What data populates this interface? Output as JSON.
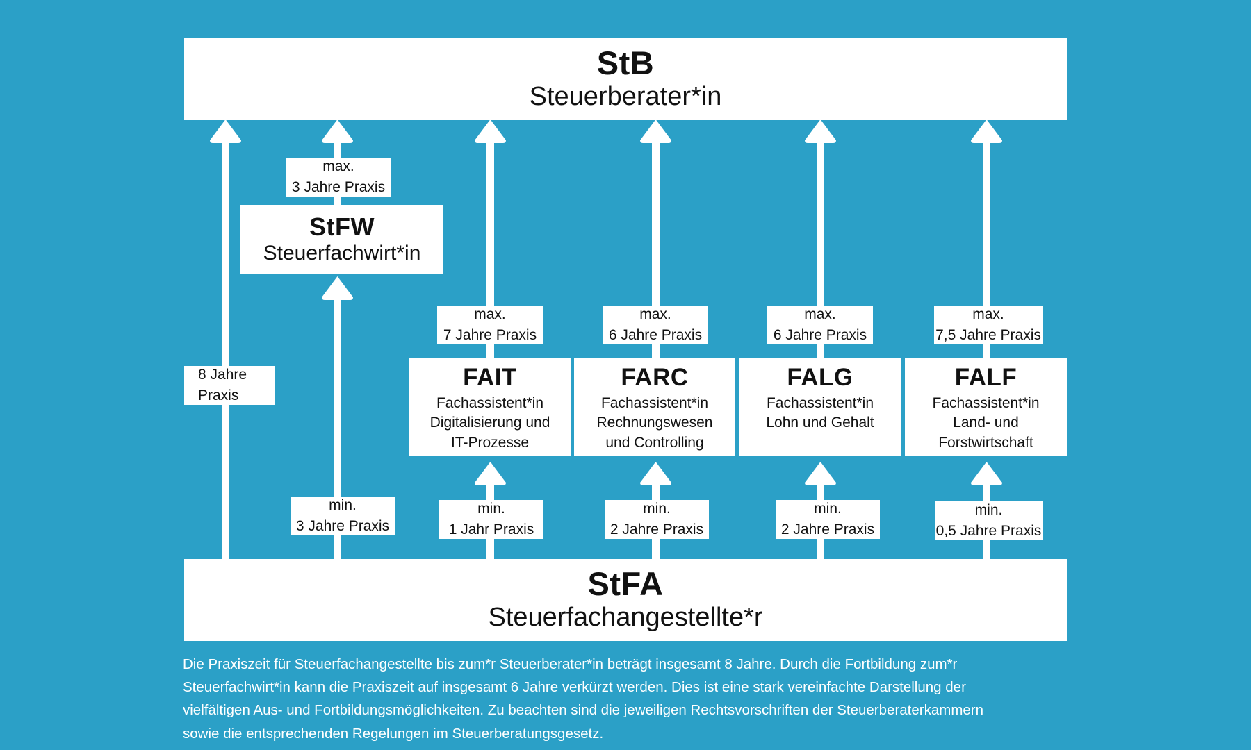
{
  "theme": {
    "background": "#2ba0c7",
    "box_fill": "#ffffff",
    "text_dark": "#111111",
    "text_light": "#ffffff"
  },
  "diagram": {
    "type": "career-path-flowchart",
    "direction": "bottom-to-top",
    "top_node": {
      "abbr": "StB",
      "name": "Steuerberater*in"
    },
    "bottom_node": {
      "abbr": "StFA",
      "name": "Steuerfachangestellte*r"
    },
    "intermediate_node": {
      "abbr": "StFW",
      "name": "Steuerfachwirt*in"
    },
    "specialist_nodes": [
      {
        "abbr": "FAIT",
        "line1": "Fachassistent*in",
        "line2": "Digitalisierung und",
        "line3": "IT-Prozesse"
      },
      {
        "abbr": "FARC",
        "line1": "Fachassistent*in",
        "line2": "Rechnungswesen",
        "line3": "und Controlling"
      },
      {
        "abbr": "FALG",
        "line1": "Fachassistent*in",
        "line2": "Lohn und Gehalt",
        "line3": ""
      },
      {
        "abbr": "FALF",
        "line1": "Fachassistent*in",
        "line2": "Land- und",
        "line3": "Forstwirtschaft"
      }
    ],
    "direct_path_label": {
      "line1": "8 Jahre",
      "line2": "Praxis"
    },
    "upper_labels": [
      {
        "line1": "max.",
        "line2": "3 Jahre Praxis"
      },
      {
        "line1": "max.",
        "line2": "7 Jahre Praxis"
      },
      {
        "line1": "max.",
        "line2": "6 Jahre Praxis"
      },
      {
        "line1": "max.",
        "line2": "6 Jahre Praxis"
      },
      {
        "line1": "max.",
        "line2": "7,5 Jahre Praxis"
      }
    ],
    "lower_labels": [
      {
        "line1": "min.",
        "line2": "3 Jahre Praxis"
      },
      {
        "line1": "min.",
        "line2": "1 Jahr Praxis"
      },
      {
        "line1": "min.",
        "line2": "2 Jahre Praxis"
      },
      {
        "line1": "min.",
        "line2": "2 Jahre Praxis"
      },
      {
        "line1": "min.",
        "line2": "0,5 Jahre Praxis"
      }
    ]
  },
  "footnote": {
    "text": "Die Praxiszeit für Steuerfachangestellte bis zum*r Steuerberater*in beträgt insgesamt 8 Jahre. Durch die Fortbildung zum*r Steuerfachwirt*in kann die Praxiszeit auf insgesamt 6 Jahre verkürzt werden. Dies ist eine stark vereinfachte Darstellung der vielfältigen Aus- und Fortbildungsmöglichkeiten. Zu beachten sind die jeweiligen Rechtsvorschriften der Steuerberaterkammern sowie die entsprechenden Regelungen im Steuerberatungsgesetz."
  }
}
